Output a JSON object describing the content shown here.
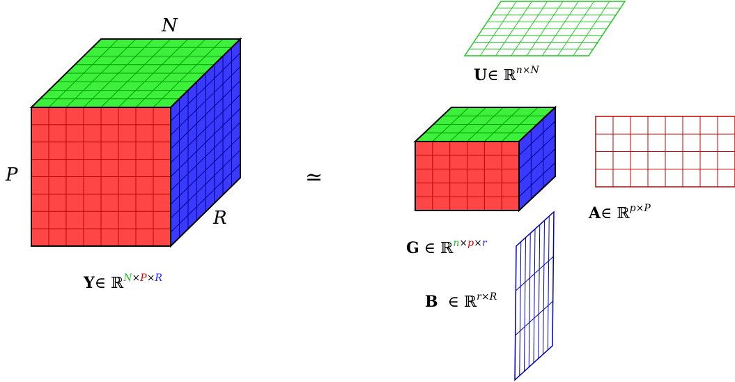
{
  "labels": {
    "big_N": "N",
    "big_P": "P",
    "big_R": "R",
    "approx": "≃",
    "Y": {
      "bold": "Y",
      "rel": "∈ ℝ",
      "d1": "N",
      "x1": "×",
      "d2": "P",
      "x2": "×",
      "d3": "R"
    },
    "U": {
      "bold": "U",
      "rel": "∈ ℝ",
      "sup": "n×N"
    },
    "G": {
      "bold": "G",
      "rel": " ∈ ℝ",
      "d1": "n",
      "x1": "×",
      "d2": "p",
      "x2": "×",
      "d3": "r"
    },
    "A": {
      "bold": "A",
      "rel": "∈ ℝ",
      "sup": "p×P"
    },
    "B": {
      "bold": "B",
      "rel": "  ∈ ℝ",
      "sup": "r×R"
    }
  },
  "colors": {
    "green": "#3cf03c",
    "green_line": "#00a000",
    "red": "#ff4646",
    "red_line": "#b00000",
    "blue": "#3a3aff",
    "blue_line": "#00008c",
    "grid_green": "#1fc81f",
    "grid_red": "#c00000",
    "grid_blue": "#0000b4",
    "edge": "#000000",
    "dim_green": "#22bb22",
    "dim_red": "#e00000",
    "dim_blue": "#2020ff"
  }
}
